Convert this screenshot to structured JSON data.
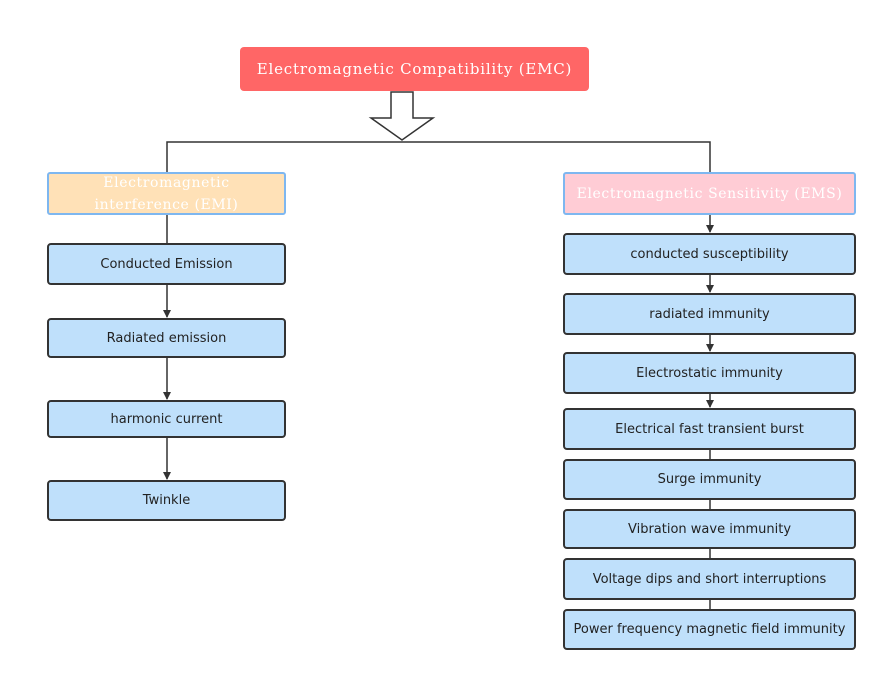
{
  "root": {
    "label": "Electromagnetic Compatibility (EMC)"
  },
  "emi": {
    "label": "Electromagnetic interference (EMI)",
    "items": [
      "Conducted Emission",
      "Radiated emission",
      "harmonic current",
      "Twinkle"
    ]
  },
  "ems": {
    "label": "Electromagnetic Sensitivity (EMS)",
    "items": [
      "conducted susceptibility",
      "radiated immunity",
      "Electrostatic immunity",
      "Electrical fast transient burst",
      "Surge immunity",
      "Vibration wave immunity",
      "Voltage dips and short interruptions",
      "Power frequency magnetic field immunity"
    ]
  },
  "colors": {
    "root_fill": "#ff6666",
    "emi_fill": "#ffe1b7",
    "ems_fill": "#ffccd5",
    "category_border": "#7eb7f0",
    "item_fill": "#bfe0fb",
    "item_border": "#333333",
    "line": "#333333"
  }
}
